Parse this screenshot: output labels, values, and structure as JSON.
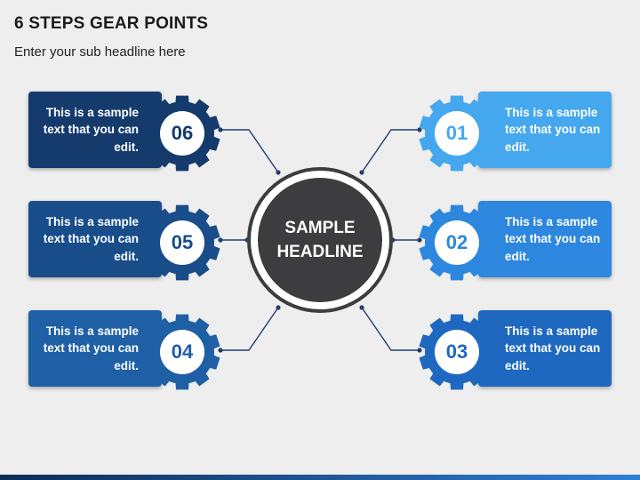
{
  "header": {
    "title": "6 STEPS GEAR POINTS",
    "subtitle": "Enter your sub headline here"
  },
  "center": {
    "line1": "SAMPLE",
    "line2": "HEADLINE",
    "fill": "#3d3d3f",
    "ring": "#3d3d3f"
  },
  "colors": {
    "connector": "#1f3f6a",
    "bottom_bar_start": "#0d2c57",
    "bottom_bar_end": "#2f7fd6"
  },
  "steps": [
    {
      "number": "01",
      "text": "This is a sample text that you can edit.",
      "side": "right",
      "color": "#45a8ee"
    },
    {
      "number": "02",
      "text": "This is a sample text that you can edit.",
      "side": "right",
      "color": "#2d87de"
    },
    {
      "number": "03",
      "text": "This is a sample text that you can edit.",
      "side": "right",
      "color": "#1e68c0"
    },
    {
      "number": "04",
      "text": "This is a sample text that you can edit.",
      "side": "left",
      "color": "#1f5fa6"
    },
    {
      "number": "05",
      "text": "This is a sample text that you can edit.",
      "side": "left",
      "color": "#194d8a"
    },
    {
      "number": "06",
      "text": "This is a sample text that you can edit.",
      "side": "left",
      "color": "#143b6c"
    }
  ]
}
